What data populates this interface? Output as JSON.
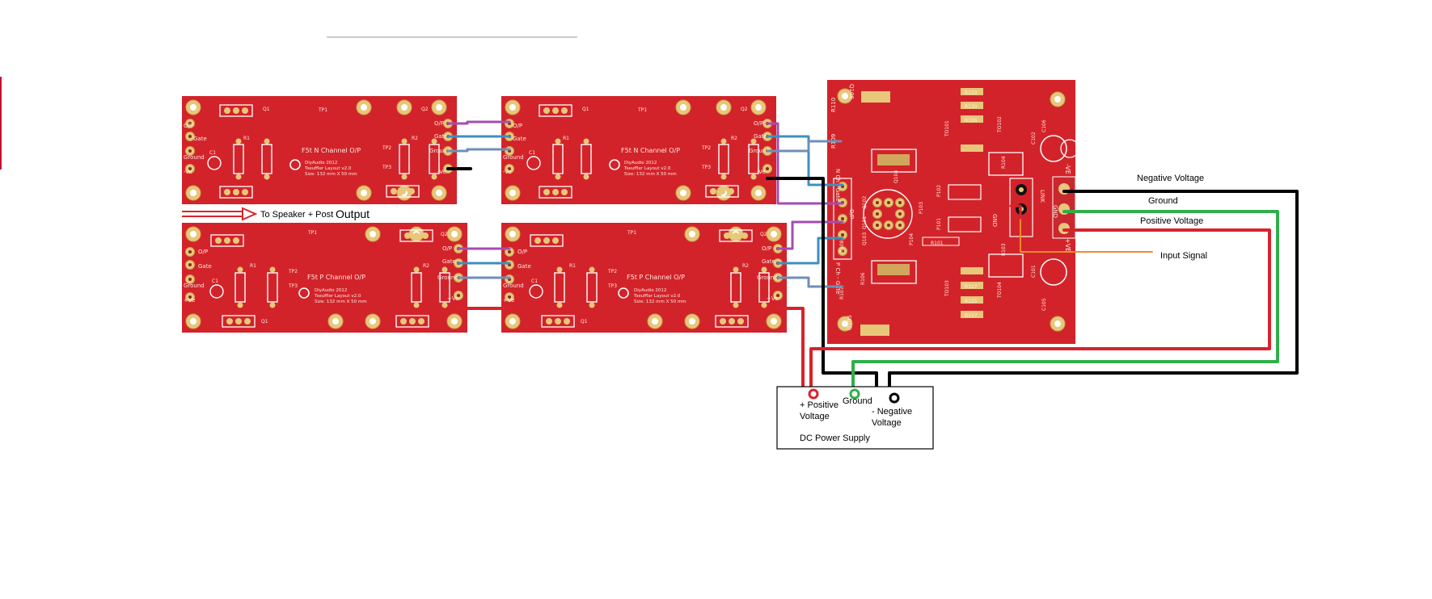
{
  "colors": {
    "pcb": "#d3232a",
    "pcb_dark": "#b81b22",
    "pad": "#e8c77a",
    "wire_purple": "#a34db1",
    "wire_blue": "#3f8fbe",
    "wire_slate": "#6e8fb8",
    "wire_black": "#000000",
    "wire_red": "#d8232a",
    "wire_green": "#2fae4a",
    "wire_orange": "#f08a2e"
  },
  "n_boards": {
    "title": "F5t N Channel O/P",
    "maker": "DiyAudio 2012",
    "layout": "Tseuffler Layout v2.0",
    "size": "Size: 132 mm X 50 mm",
    "pins": [
      "O/P",
      "Gate",
      "Ground",
      "-Ve"
    ],
    "parts": [
      "Q1",
      "Q2",
      "R1",
      "R2",
      "TP1",
      "TP2",
      "TP3",
      "C1"
    ]
  },
  "p_boards": {
    "title": "F5t P Channel O/P",
    "maker": "DiyAudio 2012",
    "layout": "Tseuffler Layout v2.0",
    "size": "Size: 132 mm X 50 mm",
    "pins": [
      "O/P",
      "Gate",
      "Ground",
      "+Ve"
    ],
    "parts": [
      "Q1",
      "Q2",
      "R1",
      "R2",
      "TP1",
      "TP2",
      "TP3",
      "C1"
    ]
  },
  "front_board": {
    "gate_n": "N Ch - Gate",
    "gate_p": "P Ch - Gate",
    "op": "O/P",
    "parts": [
      "Q106",
      "R110",
      "R109",
      "Q104",
      "Q102",
      "Q101",
      "Q103",
      "Q105",
      "R106",
      "R108",
      "R107",
      "R101",
      "P103",
      "P102",
      "P101",
      "P104",
      "GND",
      "LINK",
      "C102",
      "C101",
      "C105",
      "C106",
      "TO102",
      "TO101",
      "TO103",
      "TO104",
      "R104",
      "R103",
      "R120",
      "R130",
      "R326",
      "R327",
      "R325",
      "R337"
    ],
    "terminals": [
      "-VE",
      "GND",
      "+VE"
    ]
  },
  "labels": {
    "speaker": "To Speaker + Post",
    "output": "Output",
    "negative_voltage": "Negative Voltage",
    "ground": "Ground",
    "positive_voltage": "Positive Voltage",
    "input_signal": "Input Signal"
  },
  "psu": {
    "title": "DC Power Supply",
    "positive_line1": "+ Positive",
    "positive_line2": "Voltage",
    "ground": "Ground",
    "negative_line1": "- Negative",
    "negative_line2": "Voltage"
  }
}
